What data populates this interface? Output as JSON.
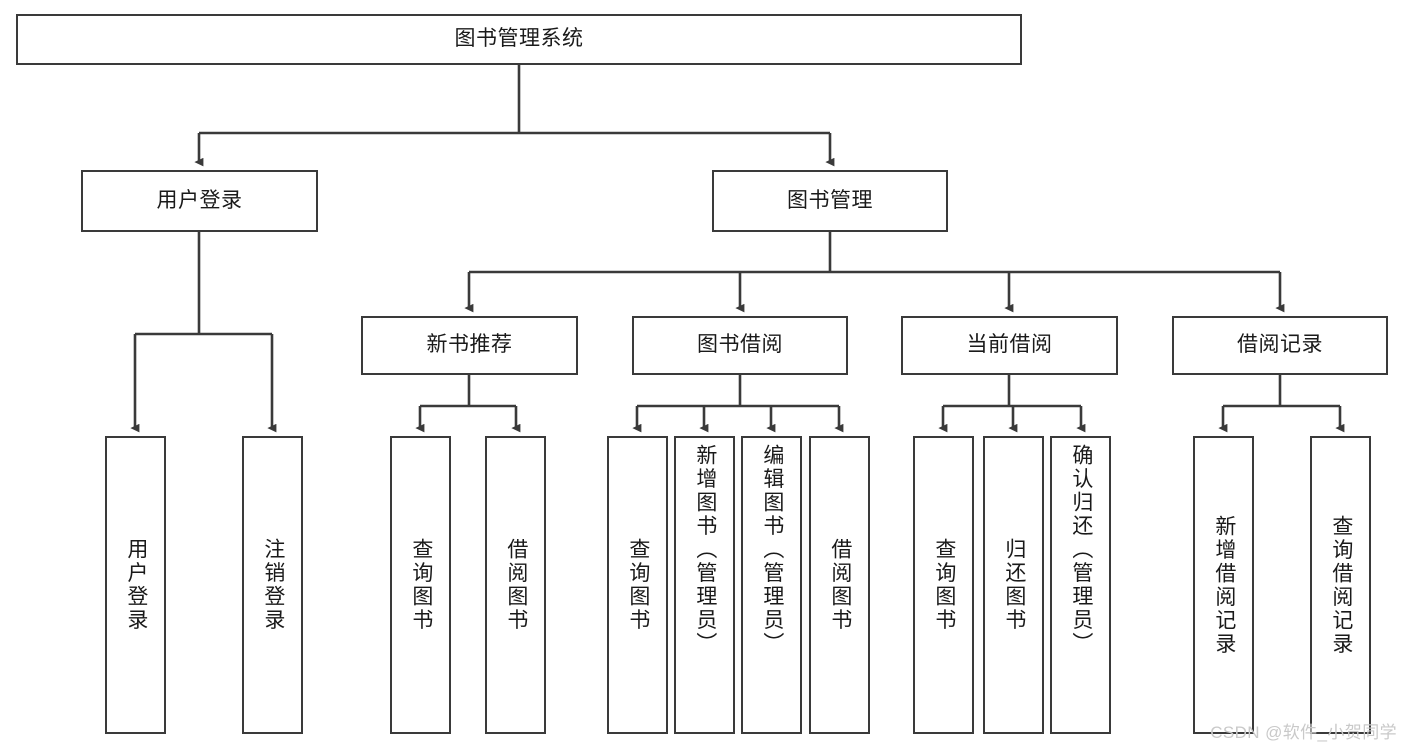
{
  "diagram": {
    "type": "tree-hierarchy",
    "title": "图书管理系统",
    "colors": {
      "box_border": "#3a3a3a",
      "box_fill": "#ffffff",
      "edge": "#3a3a3a",
      "text": "#1a1a1a",
      "watermark": "#c9c9c9",
      "background": "#ffffff"
    },
    "levels": {
      "level1": [
        "图书管理系统"
      ],
      "level2": [
        "用户登录",
        "图书管理"
      ],
      "level3": [
        "新书推荐",
        "图书借阅",
        "当前借阅",
        "借阅记录"
      ],
      "level4": [
        "用户登录",
        "注销登录",
        "查询图书",
        "借阅图书",
        "查询图书",
        "新增图书（管理员）",
        "编辑图书（管理员）",
        "借阅图书",
        "查询图书",
        "归还图书",
        "确认归还（管理员）",
        "新增借阅记录",
        "查询借阅记录"
      ]
    },
    "nodes": {
      "root": {
        "label": "图书管理系统"
      },
      "user_login": {
        "label": "用户登录"
      },
      "book_mgmt": {
        "label": "图书管理"
      },
      "new_book_rec": {
        "label": "新书推荐"
      },
      "book_borrow": {
        "label": "图书借阅"
      },
      "current_borrow": {
        "label": "当前借阅"
      },
      "borrow_record": {
        "label": "借阅记录"
      },
      "leaf_user_login": {
        "label": "用户登录"
      },
      "leaf_logout": {
        "label": "注销登录"
      },
      "leaf_query_book_1": {
        "label": "查询图书"
      },
      "leaf_borrow_book_1": {
        "label": "借阅图书"
      },
      "leaf_query_book_2": {
        "label": "查询图书"
      },
      "leaf_add_book_admin": {
        "label": "新增图书（管理员）"
      },
      "leaf_edit_book_admin": {
        "label": "编辑图书（管理员）"
      },
      "leaf_borrow_book_2": {
        "label": "借阅图书"
      },
      "leaf_query_book_3": {
        "label": "查询图书"
      },
      "leaf_return_book": {
        "label": "归还图书"
      },
      "leaf_confirm_return_admin": {
        "label": "确认归还（管理员）"
      },
      "leaf_add_borrow_record": {
        "label": "新增借阅记录"
      },
      "leaf_query_borrow_record": {
        "label": "查询借阅记录"
      }
    },
    "edges": [
      {
        "from": "root",
        "to": "user_login"
      },
      {
        "from": "root",
        "to": "book_mgmt"
      },
      {
        "from": "user_login",
        "to": "leaf_user_login"
      },
      {
        "from": "user_login",
        "to": "leaf_logout"
      },
      {
        "from": "book_mgmt",
        "to": "new_book_rec"
      },
      {
        "from": "book_mgmt",
        "to": "book_borrow"
      },
      {
        "from": "book_mgmt",
        "to": "current_borrow"
      },
      {
        "from": "book_mgmt",
        "to": "borrow_record"
      },
      {
        "from": "new_book_rec",
        "to": "leaf_query_book_1"
      },
      {
        "from": "new_book_rec",
        "to": "leaf_borrow_book_1"
      },
      {
        "from": "book_borrow",
        "to": "leaf_query_book_2"
      },
      {
        "from": "book_borrow",
        "to": "leaf_add_book_admin"
      },
      {
        "from": "book_borrow",
        "to": "leaf_edit_book_admin"
      },
      {
        "from": "book_borrow",
        "to": "leaf_borrow_book_2"
      },
      {
        "from": "current_borrow",
        "to": "leaf_query_book_3"
      },
      {
        "from": "current_borrow",
        "to": "leaf_return_book"
      },
      {
        "from": "current_borrow",
        "to": "leaf_confirm_return_admin"
      },
      {
        "from": "borrow_record",
        "to": "leaf_add_borrow_record"
      },
      {
        "from": "borrow_record",
        "to": "leaf_query_borrow_record"
      }
    ]
  },
  "watermark": {
    "text": "CSDN @软件_小贺同学"
  }
}
